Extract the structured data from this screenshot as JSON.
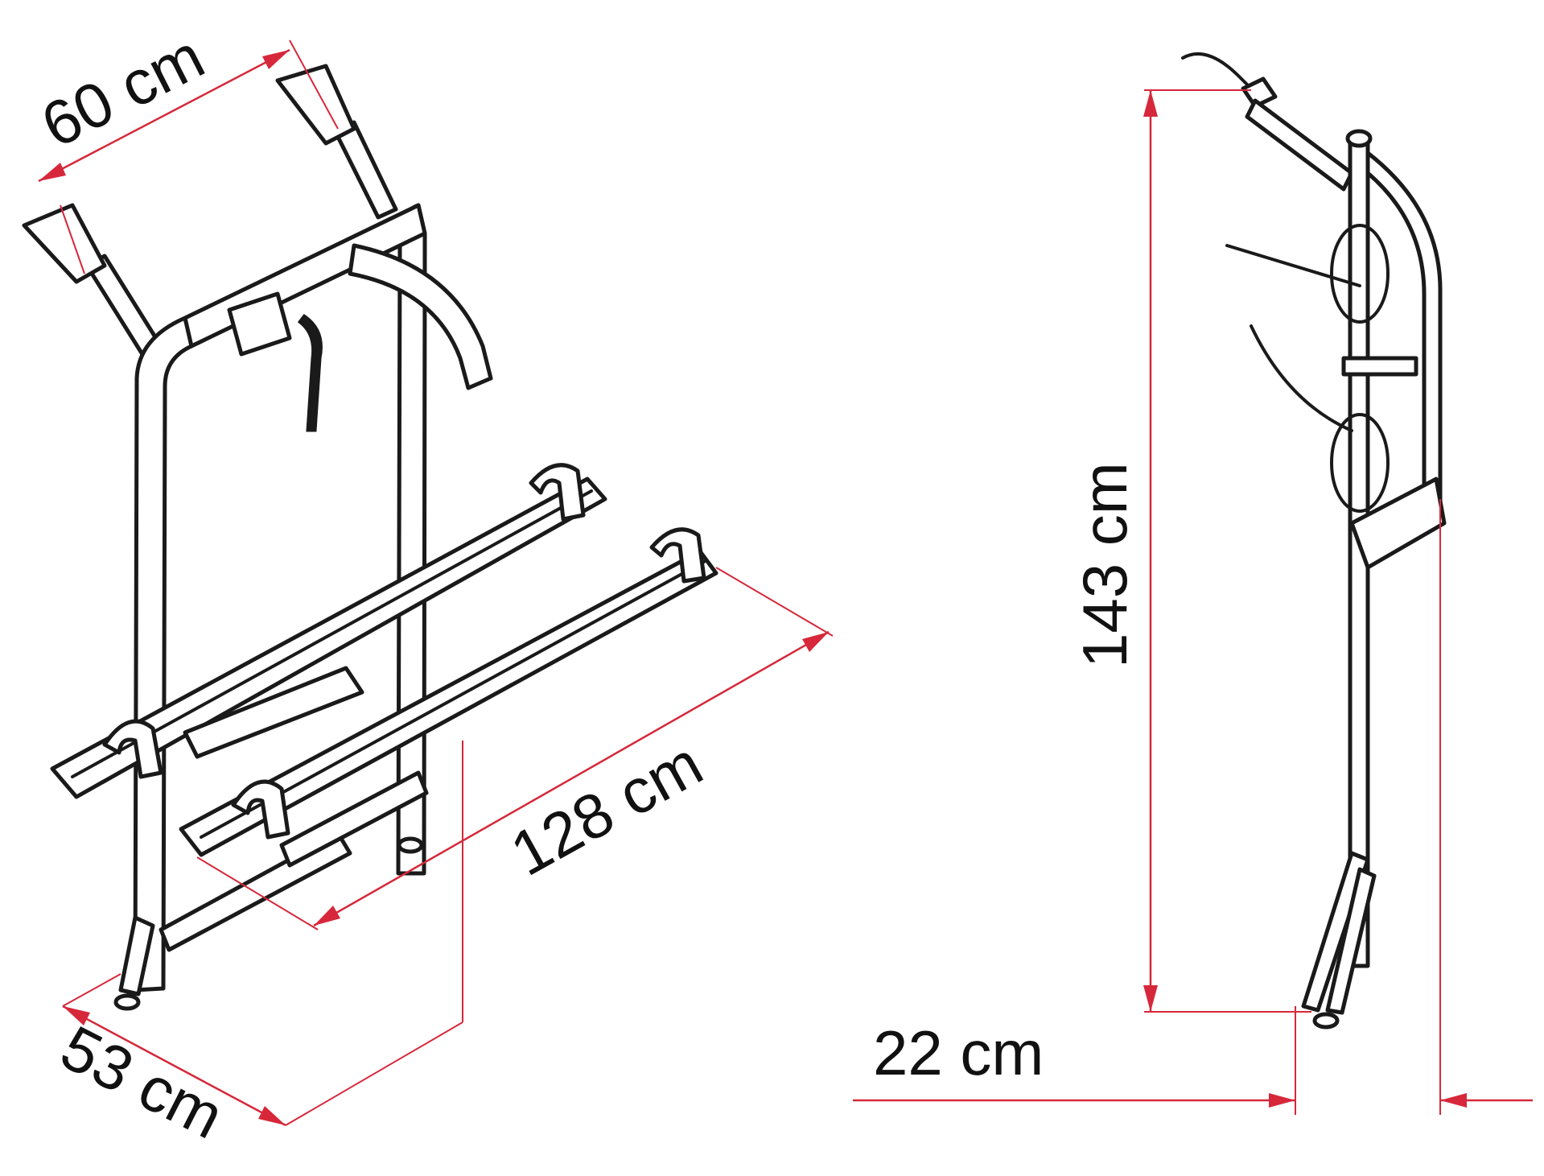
{
  "dimensions": {
    "width_top": "60 cm",
    "depth": "53 cm",
    "rail_length": "128 cm",
    "height": "143 cm",
    "side_depth": "22 cm"
  },
  "colors": {
    "dimension_line": "#d6283a",
    "drawing_line": "#1a1a1a",
    "background": "#ffffff"
  }
}
